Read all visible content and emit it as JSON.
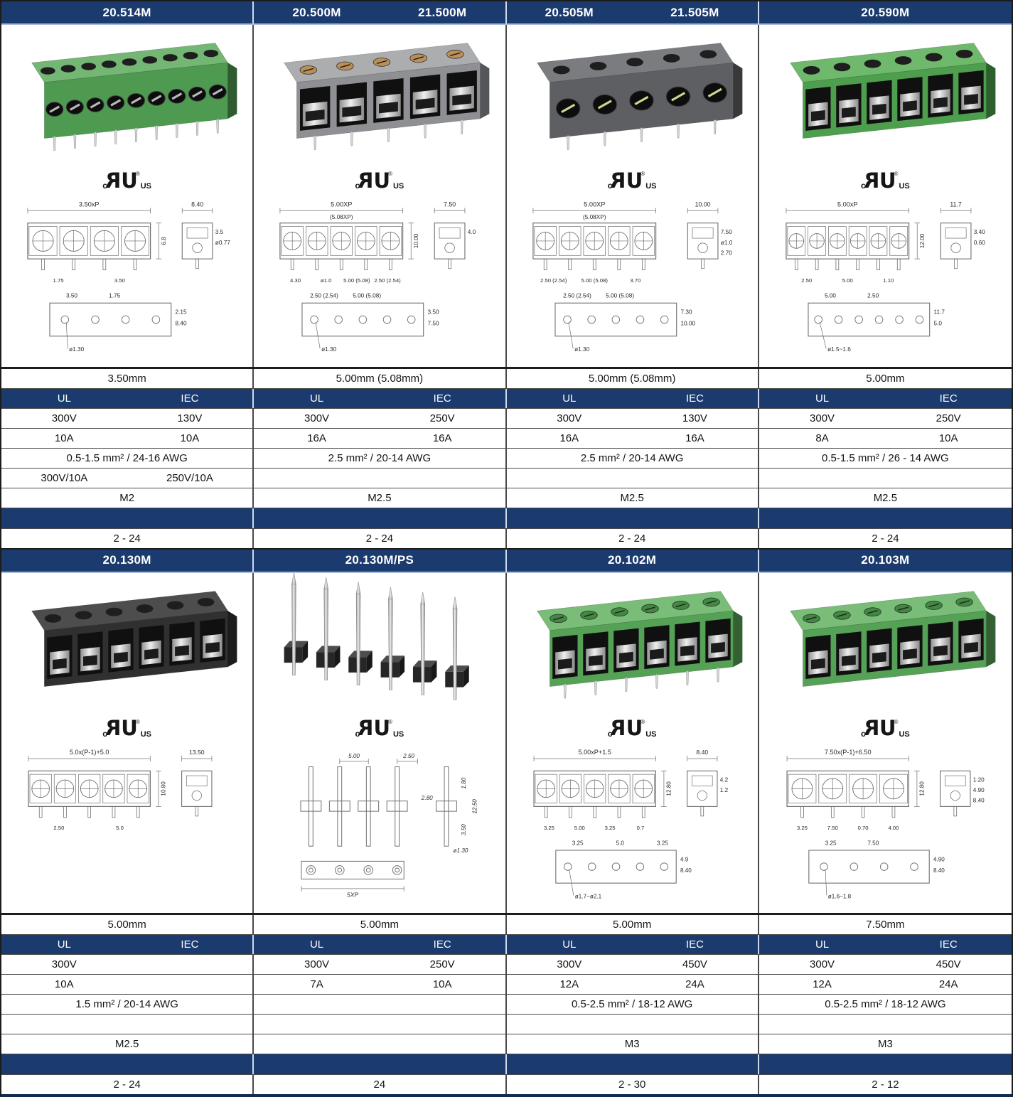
{
  "palette": {
    "navy": "#1b3a6e",
    "header_underline": "#a9bbdb",
    "grid_line": "#4a4a4a",
    "navy_divider": "#cfd9ec",
    "text": "#141414",
    "green_block": "#4e9a51",
    "gray_block": "#8e9094",
    "dark_gray_block": "#5d5f63",
    "black_block": "#303030"
  },
  "ul_mark": {
    "c": "c",
    "r": "R",
    "u": "U",
    "reg": "®",
    "us": "US"
  },
  "sections": [
    {
      "products": [
        {
          "models": [
            "20.514M"
          ],
          "photo": {
            "style": "block",
            "body": "#4e9a51",
            "top": "#74b673",
            "cav": "screw",
            "screw": "#b9b9b9",
            "poles": 9,
            "pins": true
          },
          "drawing": {
            "style": "front",
            "top": "3.50xP",
            "height": "6.8",
            "side_top": "8.40",
            "side_extra": [
              "3.5",
              "ø0.77"
            ],
            "under": [
              "1.75",
              "3.50"
            ],
            "has_fp": true,
            "fp_top": [
              "3.50",
              "1.75"
            ],
            "fp_side": [
              "2.15",
              "8.40"
            ],
            "fp_dia": "ø1.30",
            "poles": 4,
            "holes": 4
          }
        },
        {
          "models": [
            "20.500M",
            "21.500M"
          ],
          "photo": {
            "style": "block",
            "body": "#8e9094",
            "top": "#abadaf",
            "cav": "clamp",
            "poles": 5,
            "pins": true,
            "top_screw": "#bb9058"
          },
          "drawing": {
            "style": "front",
            "top": "5.00XP",
            "top2": "(5.08XP)",
            "height": "10.00",
            "side_top": "7.50",
            "side_extra": [
              "4.0"
            ],
            "under": [
              "4.30",
              "ø1.0",
              "5.00 (5.08)",
              "2.50 (2.54)"
            ],
            "has_fp": true,
            "fp_top": [
              "2.50 (2.54)",
              "5.00 (5.08)"
            ],
            "fp_side": [
              "3.50",
              "7.50"
            ],
            "fp_dia": "ø1.30",
            "poles": 5,
            "holes": 5
          }
        },
        {
          "models": [
            "20.505M",
            "21.505M"
          ],
          "photo": {
            "style": "block",
            "body": "#5d5f63",
            "top": "#7a7c80",
            "cav": "screw",
            "screw": "#ccd88e",
            "poles": 5,
            "pins": true
          },
          "drawing": {
            "style": "front",
            "top": "5.00XP",
            "top2": "(5.08XP)",
            "side_top": "10.00",
            "side_extra": [
              "7.50",
              "ø1.0",
              "2.70"
            ],
            "under": [
              "2.50 (2.54)",
              "5.00 (5.08)",
              "3.70"
            ],
            "has_fp": true,
            "fp_top": [
              "2.50 (2.54)",
              "5.00 (5.08)"
            ],
            "fp_side": [
              "7.30",
              "10.00"
            ],
            "fp_dia": "ø1.30",
            "poles": 5,
            "holes": 5
          }
        },
        {
          "models": [
            "20.590M"
          ],
          "photo": {
            "style": "block",
            "body": "#4d9f4e",
            "top": "#6fb96d",
            "cav": "clamp",
            "poles": 6,
            "pins": false
          },
          "drawing": {
            "style": "front",
            "top": "5.00xP",
            "height": "12.00",
            "side_top": "11.7",
            "side_extra": [
              "3.40",
              "0.60"
            ],
            "under": [
              "2.50",
              "5.00",
              "1.10"
            ],
            "has_fp": true,
            "fp_top": [
              "5.00",
              "2.50"
            ],
            "fp_side": [
              "11.7",
              "5.0"
            ],
            "fp_dia": "ø1.5~1.6",
            "poles": 6,
            "holes": 6
          }
        }
      ],
      "spec": {
        "labels": {
          "ul": "UL",
          "iec": "IEC"
        },
        "pitch": [
          "3.50mm",
          "5.00mm (5.08mm)",
          "5.00mm (5.08mm)",
          "5.00mm"
        ],
        "voltage": [
          [
            "300V",
            "130V"
          ],
          [
            "300V",
            "250V"
          ],
          [
            "300V",
            "130V"
          ],
          [
            "300V",
            "250V"
          ]
        ],
        "current": [
          [
            "10A",
            "10A"
          ],
          [
            "16A",
            "16A"
          ],
          [
            "16A",
            "16A"
          ],
          [
            "8A",
            "10A"
          ]
        ],
        "wire": [
          "0.5-1.5 mm² / 24-16 AWG",
          "2.5 mm² / 20-14 AWG",
          "2.5 mm² / 20-14 AWG",
          "0.5-1.5 mm² / 26 - 14 AWG"
        ],
        "approvals": [
          [
            "300V/10A",
            "250V/10A"
          ],
          [
            "",
            ""
          ],
          [
            "",
            ""
          ],
          [
            "",
            ""
          ]
        ],
        "screw": [
          "M2",
          "M2.5",
          "M2.5",
          "M2.5"
        ],
        "poles": [
          "2 - 24",
          "2 - 24",
          "2 - 24",
          "2 - 24"
        ]
      }
    },
    {
      "products": [
        {
          "models": [
            "20.130M"
          ],
          "photo": {
            "style": "block",
            "body": "#303030",
            "top": "#4d4d4d",
            "cav": "clamp",
            "poles": 6,
            "pins": false
          },
          "drawing": {
            "style": "front",
            "top": "5.0x(P-1)+5.0",
            "height": "10.80",
            "side_top": "13.50",
            "side_extra": [],
            "under": [
              "2.50",
              "5.0"
            ],
            "has_fp": false,
            "poles": 5,
            "holes": 0
          }
        },
        {
          "models": [
            "20.130M/PS"
          ],
          "photo": {
            "style": "pins",
            "poles": 6
          },
          "drawing": {
            "style": "pins",
            "top_labels": [
              "5.00",
              "2.50"
            ],
            "right_labels": [
              "1.80",
              "12.50",
              "3.50"
            ],
            "left_label": "2.80",
            "dia": "ø1.30",
            "bottom": "5XP",
            "pins": 4
          }
        },
        {
          "models": [
            "20.102M"
          ],
          "photo": {
            "style": "block",
            "body": "#55a257",
            "top": "#79bd78",
            "cav": "clamp",
            "poles": 6,
            "pins": true,
            "top_screw": "#3f8a42"
          },
          "drawing": {
            "style": "front",
            "top": "5.00xP+1.5",
            "height": "12.80",
            "side_top": "8.40",
            "side_extra": [
              "4.2",
              "1.2"
            ],
            "under": [
              "3.25",
              "5.00",
              "3.25",
              "0.7"
            ],
            "has_fp": true,
            "fp_top": [
              "3.25",
              "5.0",
              "3.25"
            ],
            "fp_side": [
              "4.9",
              "8.40"
            ],
            "fp_dia": "ø1.7~ø2.1",
            "poles": 5,
            "holes": 5
          }
        },
        {
          "models": [
            "20.103M"
          ],
          "photo": {
            "style": "block",
            "body": "#55a257",
            "top": "#79bd78",
            "cav": "clamp",
            "poles": 6,
            "pins": false,
            "top_screw": "#3f8a42"
          },
          "drawing": {
            "style": "front",
            "top": "7.50x(P-1)+6.50",
            "height": "12.80",
            "side_extra": [
              "1.20",
              "4.90",
              "8.40"
            ],
            "under": [
              "3.25",
              "7.50",
              "0.70",
              "4.00"
            ],
            "has_fp": true,
            "fp_top": [
              "3.25",
              "7.50"
            ],
            "fp_side": [
              "4.90",
              "8.40"
            ],
            "fp_dia": "ø1.6~1.8",
            "poles": 4,
            "holes": 4
          }
        }
      ],
      "spec": {
        "labels": {
          "ul": "UL",
          "iec": "IEC"
        },
        "pitch": [
          "5.00mm",
          "5.00mm",
          "5.00mm",
          "7.50mm"
        ],
        "voltage": [
          [
            "300V",
            ""
          ],
          [
            "300V",
            "250V"
          ],
          [
            "300V",
            "450V"
          ],
          [
            "300V",
            "450V"
          ]
        ],
        "current": [
          [
            "10A",
            ""
          ],
          [
            "7A",
            "10A"
          ],
          [
            "12A",
            "24A"
          ],
          [
            "12A",
            "24A"
          ]
        ],
        "wire": [
          "1.5 mm² / 20-14 AWG",
          "",
          "0.5-2.5 mm² / 18-12 AWG",
          "0.5-2.5 mm² / 18-12 AWG"
        ],
        "approvals": [
          [
            "",
            ""
          ],
          [
            "",
            ""
          ],
          [
            "",
            ""
          ],
          [
            "",
            ""
          ]
        ],
        "screw": [
          "M2.5",
          "",
          "M3",
          "M3"
        ],
        "poles": [
          "2 - 24",
          "24",
          "2 - 30",
          "2 - 12"
        ]
      }
    }
  ]
}
